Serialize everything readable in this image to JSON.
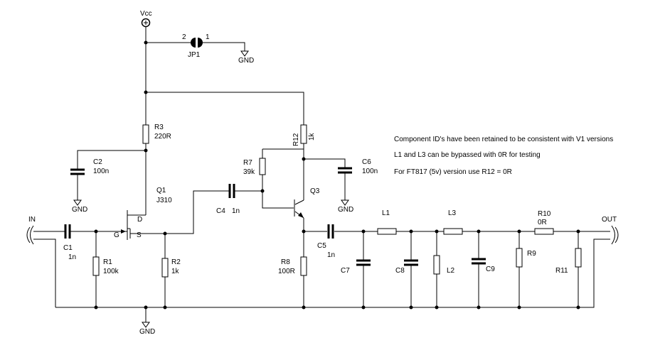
{
  "power": {
    "vcc": "Vcc",
    "gnd": "GND"
  },
  "ports": {
    "in": "IN",
    "out": "OUT"
  },
  "jumper": {
    "name": "JP1",
    "pin1": "1",
    "pin2": "2"
  },
  "components": {
    "C1": {
      "name": "C1",
      "value": "1n"
    },
    "C2": {
      "name": "C2",
      "value": "100n"
    },
    "C4": {
      "name": "C4",
      "value": "1n"
    },
    "C5": {
      "name": "C5",
      "value": "1n"
    },
    "C6": {
      "name": "C6",
      "value": "100n"
    },
    "C7": {
      "name": "C7"
    },
    "C8": {
      "name": "C8"
    },
    "C9": {
      "name": "C9"
    },
    "R1": {
      "name": "R1",
      "value": "100k"
    },
    "R2": {
      "name": "R2",
      "value": "1k"
    },
    "R3": {
      "name": "R3",
      "value": "220R"
    },
    "R7": {
      "name": "R7",
      "value": "39k"
    },
    "R8": {
      "name": "R8",
      "value": "100R"
    },
    "R9": {
      "name": "R9"
    },
    "R10": {
      "name": "R10",
      "value": "0R"
    },
    "R11": {
      "name": "R11"
    },
    "R12": {
      "name": "R12",
      "value": "1k"
    },
    "L1": {
      "name": "L1"
    },
    "L2": {
      "name": "L2"
    },
    "L3": {
      "name": "L3"
    },
    "Q1": {
      "name": "Q1",
      "value": "J310",
      "pin_d": "D",
      "pin_g": "G",
      "pin_s": "S"
    },
    "Q3": {
      "name": "Q3"
    }
  },
  "notes": [
    "Component ID's have been retained to be consistent with V1 versions",
    "L1 and L3 can be bypassed with 0R for testing",
    "For FT817 (5v) version use R12 = 0R"
  ]
}
